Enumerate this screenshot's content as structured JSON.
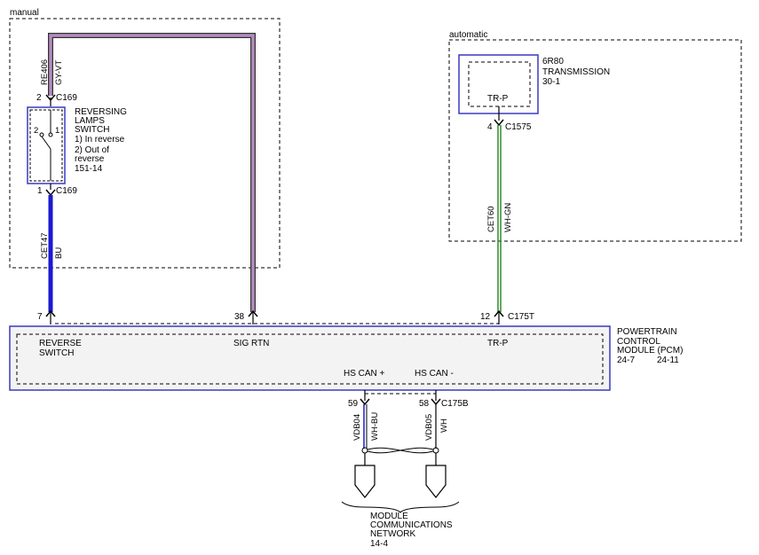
{
  "regions": {
    "manual": "manual",
    "automatic": "automatic"
  },
  "reversing_switch": {
    "title_lines": [
      "REVERSING",
      "LAMPS",
      "SWITCH"
    ],
    "notes": [
      "1) In reverse",
      "2) Out of",
      "reverse"
    ],
    "ref": "151-14",
    "pin_top": "2",
    "pin_bottom": "1",
    "connector": "C169",
    "contact_left": "2",
    "contact_right": "1"
  },
  "wire_re406": {
    "circuit": "RE406",
    "color_code": "GY-VT",
    "color": "#b48cc0"
  },
  "wire_cet47": {
    "circuit": "CET47",
    "color_code": "BU",
    "color": "#1a1ad0"
  },
  "wire_cet60": {
    "circuit": "CET60",
    "color_code": "WH-GN",
    "color": "#2e8b2e"
  },
  "wire_vdb04": {
    "circuit": "VDB04",
    "color_code": "WH-BU",
    "color": "#1a1ad0"
  },
  "wire_vdb05": {
    "circuit": "VDB05",
    "color_code": "WH"
  },
  "transmission": {
    "title_lines": [
      "6R80",
      "TRANSMISSION"
    ],
    "ref": "30-1",
    "pin_label": "TR-P",
    "pin": "4",
    "connector": "C1575"
  },
  "pcm": {
    "title_lines": [
      "POWERTRAIN",
      "CONTROL",
      "MODULE (PCM)"
    ],
    "ref_1": "24-7",
    "ref_2": "24-11",
    "connector_top": "C175T",
    "connector_bottom": "C175B",
    "pins": [
      {
        "num": "7",
        "label_lines": [
          "REVERSE",
          "SWITCH"
        ]
      },
      {
        "num": "38",
        "label_lines": [
          "SIG RTN"
        ]
      },
      {
        "num": "12",
        "label_lines": [
          "TR-P"
        ]
      },
      {
        "num": "59",
        "label_lines": [
          "HS CAN +"
        ]
      },
      {
        "num": "58",
        "label_lines": [
          "HS CAN -"
        ]
      }
    ]
  },
  "network": {
    "title_lines": [
      "MODULE",
      "COMMUNICATIONS",
      "NETWORK"
    ],
    "ref": "14-4"
  }
}
